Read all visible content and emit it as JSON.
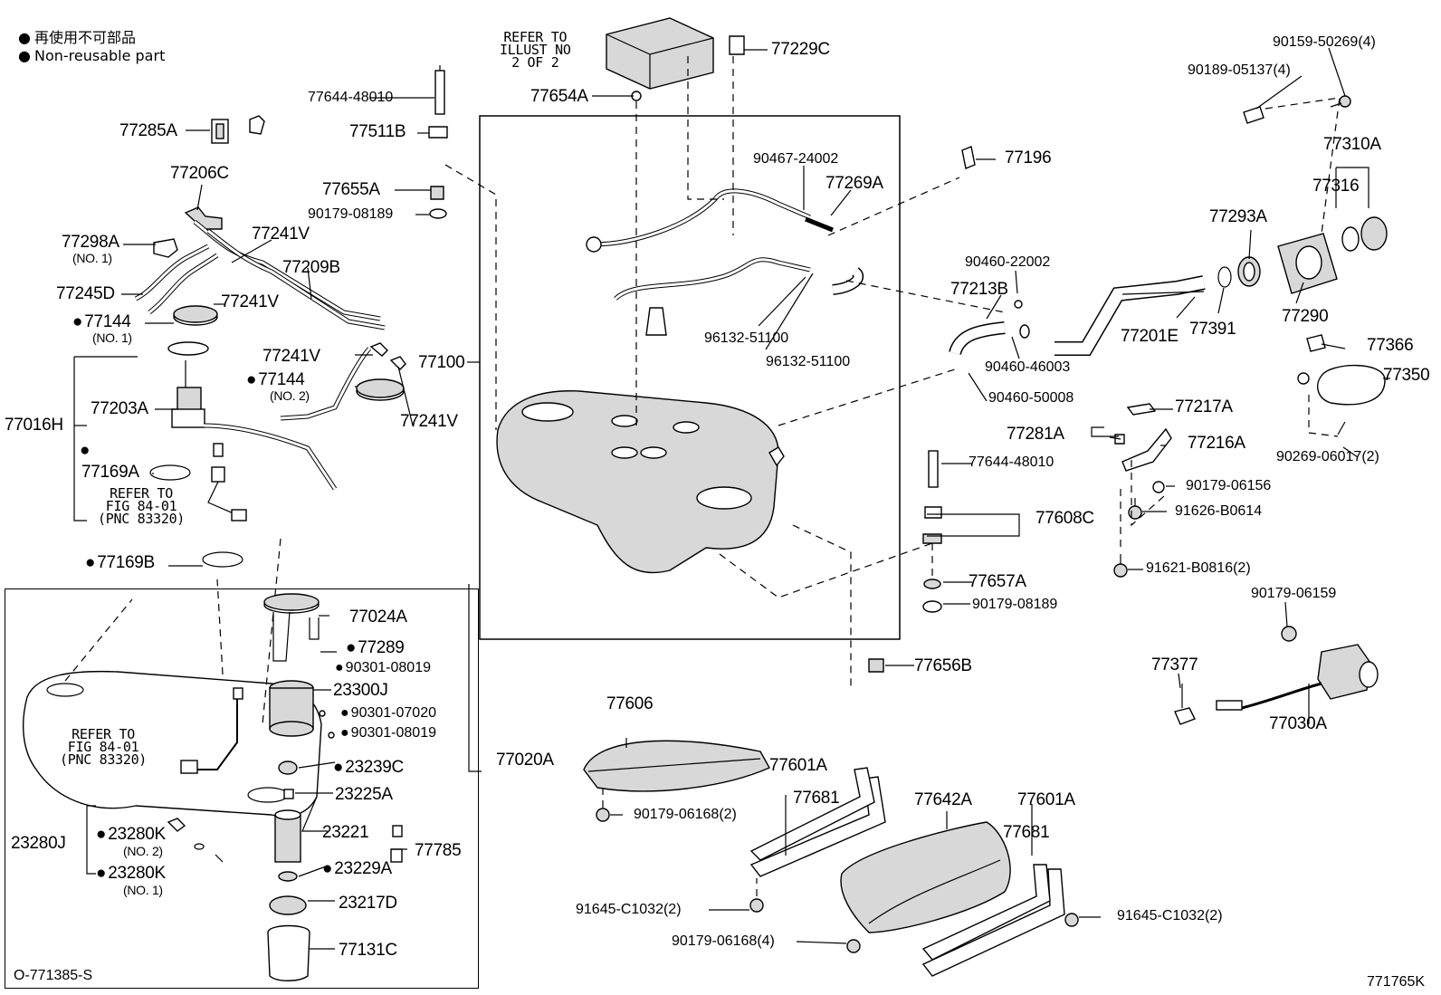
{
  "legend": {
    "jp": "再使用不可部品",
    "en": "Non-reusable part"
  },
  "footer": {
    "left": "O-771385-S",
    "right": "771765K"
  },
  "notes": {
    "refer_illust": [
      "REFER TO",
      "ILLUST NO",
      "2 OF 2"
    ],
    "refer_fig_a": [
      "REFER TO",
      "FIG 84-01",
      "(PNC 83320)"
    ],
    "refer_fig_b": [
      "REFER TO",
      "FIG 84-01",
      "(PNC 83320)"
    ]
  },
  "parts": {
    "p77285A": "77285A",
    "p77206C": "77206C",
    "p77298A": "77298A",
    "p77298A_sub": "(NO. 1)",
    "p77245D": "77245D",
    "p77144a": "77144",
    "p77144a_sub": "(NO. 1)",
    "p77016H": "77016H",
    "p77203A": "77203A",
    "p77169A": "77169A",
    "p77169B": "77169B",
    "p77644a": "77644-48010",
    "p77511B": "77511B",
    "p77655A": "77655A",
    "p90179_08189a": "90179-08189",
    "p77241V_1": "77241V",
    "p77209B": "77209B",
    "p77241V_2": "77241V",
    "p77241V_3": "77241V",
    "p77144b": "77144",
    "p77144b_sub": "(NO. 2)",
    "p77241V_4": "77241V",
    "p77100": "77100",
    "p77654A": "77654A",
    "p77229C": "77229C",
    "p90467": "90467-24002",
    "p77269A": "77269A",
    "p96132a": "96132-51100",
    "p96132b": "96132-51100",
    "p77196": "77196",
    "p90460_22002": "90460-22002",
    "p77213B": "77213B",
    "p90460_46003": "90460-46003",
    "p90460_50008": "90460-50008",
    "p77201E": "77201E",
    "p77391": "77391",
    "p77293A": "77293A",
    "p90159": "90159-50269(4)",
    "p90189": "90189-05137(4)",
    "p77310A": "77310A",
    "p77316": "77316",
    "p77290": "77290",
    "p77366": "77366",
    "p77350": "77350",
    "p90269": "90269-06017(2)",
    "p77217A": "77217A",
    "p77281A": "77281A",
    "p77216A": "77216A",
    "p77644b": "77644-48010",
    "p90179_06156": "90179-06156",
    "p91626": "91626-B0614",
    "p77608C": "77608C",
    "p91621": "91621-B0816(2)",
    "p77657A": "77657A",
    "p90179_08189b": "90179-08189",
    "p90179_06159": "90179-06159",
    "p77656B": "77656B",
    "p77377": "77377",
    "p77030A": "77030A",
    "p77024A": "77024A",
    "p77289": "77289",
    "p90301_08019a": "90301-08019",
    "p23300J": "23300J",
    "p90301_07020": "90301-07020",
    "p90301_08019b": "90301-08019",
    "p77020A": "77020A",
    "p23239C": "23239C",
    "p23225A": "23225A",
    "p23280J": "23280J",
    "p23280K_1": "23280K",
    "p23280K_1_sub": "(NO. 2)",
    "p23280K_2": "23280K",
    "p23280K_2_sub": "(NO. 1)",
    "p23221": "23221",
    "p77785": "77785",
    "p23229A": "23229A",
    "p23217D": "23217D",
    "p77131C": "77131C",
    "p77606": "77606",
    "p90179_06168a": "90179-06168(2)",
    "p77601A_1": "77601A",
    "p77681_1": "77681",
    "p77642A": "77642A",
    "p77601A_2": "77601A",
    "p77681_2": "77681",
    "p91645a": "91645-C1032(2)",
    "p90179_06168b": "90179-06168(4)",
    "p91645b": "91645-C1032(2)"
  }
}
